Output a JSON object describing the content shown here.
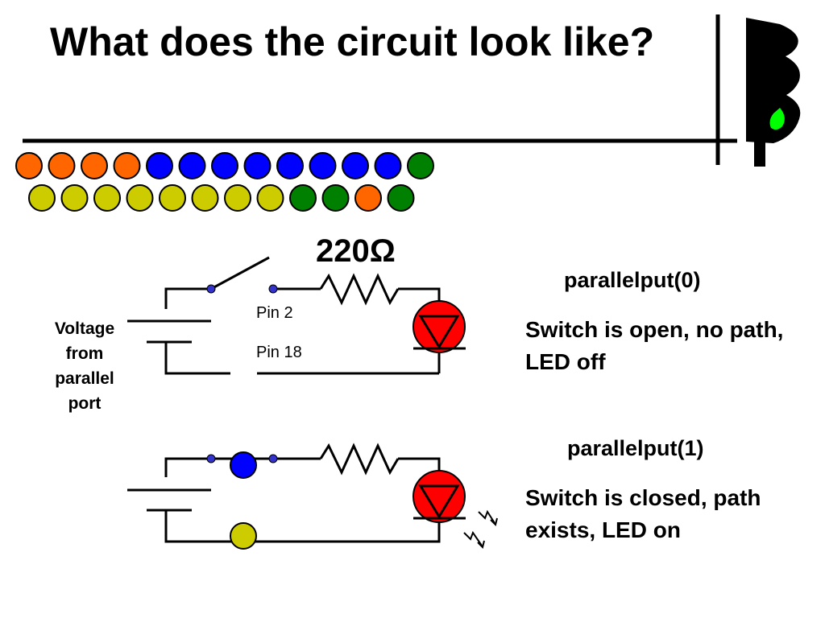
{
  "title": "What does the circuit look like?",
  "resistor_label": "220Ω",
  "pin2_label": "Pin 2",
  "pin18_label": "Pin 18",
  "voltage_label": "Voltage from parallel port",
  "top_circuit": {
    "command": "parallelput(0)",
    "description": "Switch is open, no path, LED off"
  },
  "bottom_circuit": {
    "command": "parallelput(1)",
    "description": "Switch is closed, path exists, LED on"
  },
  "colors": {
    "orange": "#ff6600",
    "blue": "#0000ff",
    "green": "#008000",
    "yellow": "#cccc00",
    "led_red": "#ff0000",
    "signal_green": "#00ff00",
    "contact_dot": "#3333cc"
  },
  "bead_rows": [
    [
      "orange",
      "orange",
      "orange",
      "orange",
      "blue",
      "blue",
      "blue",
      "blue",
      "blue",
      "blue",
      "blue",
      "blue",
      "green"
    ],
    [
      "yellow",
      "yellow",
      "yellow",
      "yellow",
      "yellow",
      "yellow",
      "yellow",
      "yellow",
      "green",
      "green",
      "orange",
      "green"
    ]
  ],
  "icons": [
    "traffic-light-icon",
    "resistor-icon",
    "led-icon",
    "battery-icon",
    "switch-icon",
    "light-emission-icon"
  ]
}
